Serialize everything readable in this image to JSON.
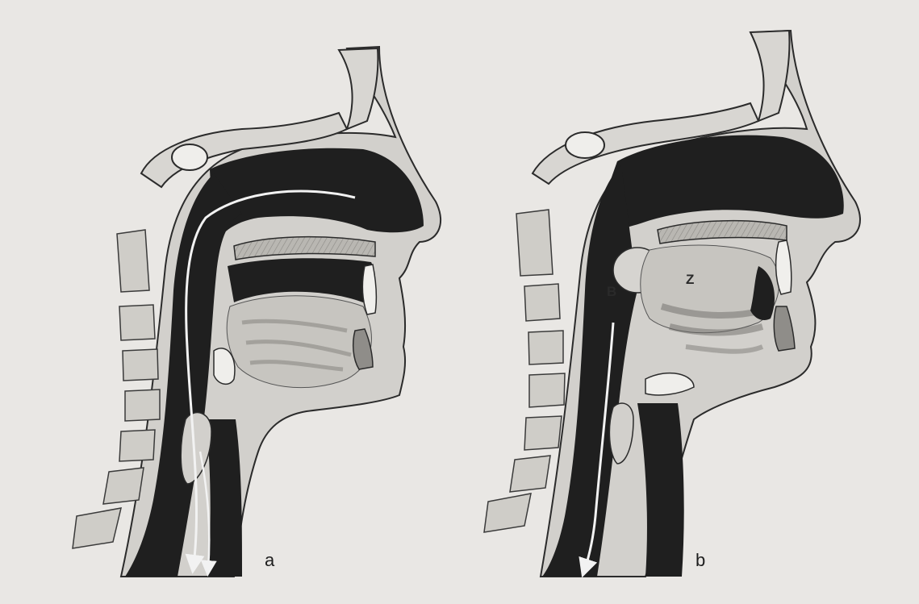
{
  "figure": {
    "panels": [
      {
        "id": "a",
        "label": "a",
        "depiction": "airflow-through-nose"
      },
      {
        "id": "b",
        "label": "b",
        "depiction": "tongue-raised-soft-palate-closed"
      }
    ],
    "inner_marks": {
      "b_mark": "B",
      "z_mark": "Z"
    },
    "colors": {
      "background": "#e9e7e4",
      "tissue": "#d2d0cc",
      "cavity": "#1f1f1f",
      "outline": "#2b2b2b",
      "bone": "#c9c7c2",
      "airflow": "#f2f2f2"
    }
  }
}
